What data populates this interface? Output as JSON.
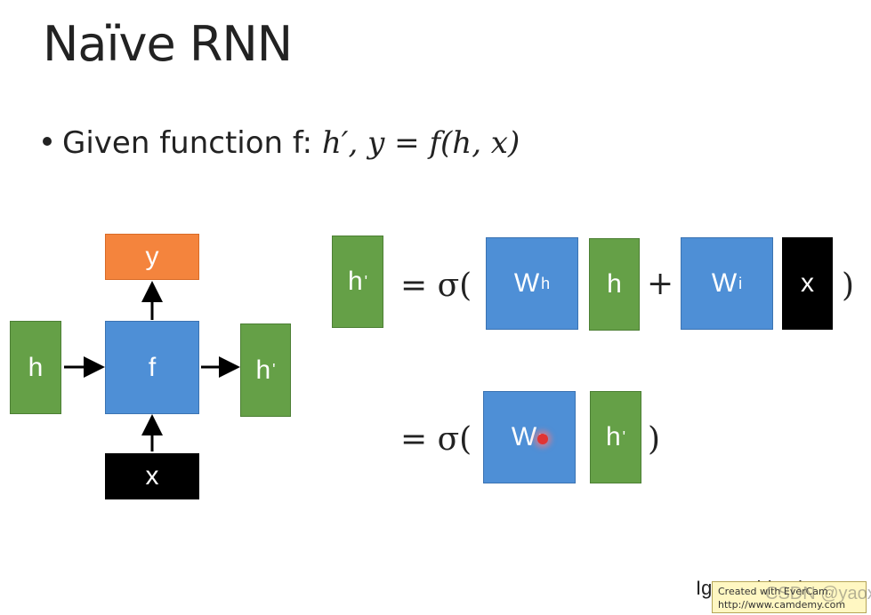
{
  "slide": {
    "title": "Naïve RNN",
    "bullet_prefix": "Given function f: ",
    "bullet_formula": "h′, y = f(h, x)"
  },
  "diagram": {
    "node_y": "y",
    "node_h": "h",
    "node_f": "f",
    "node_h_prime_base": "h",
    "node_h_prime_mark": "'",
    "node_x": "x"
  },
  "equation1": {
    "lhs_base": "h",
    "lhs_mark": "'",
    "equals_sigma": "= σ(",
    "wh_base": "W",
    "wh_sup": "h",
    "h": "h",
    "plus": "+",
    "wi_base": "W",
    "wi_sup": "i",
    "x": "x",
    "close_paren": ")"
  },
  "equation2": {
    "equals_sigma": "= σ(",
    "w_base": "W",
    "w_sup": "n",
    "hp_base": "h",
    "hp_mark": "'",
    "close_paren": ")"
  },
  "footer": {
    "note": "Ignore bias here",
    "watermark_line1": "Created with EverCam.",
    "watermark_line2": "http://www.camdemy.com",
    "watermark_overlay": "CSDN @yaox"
  },
  "colors": {
    "green": "#65a047",
    "blue": "#4e8fd6",
    "orange": "#f4843d",
    "black": "#000000"
  }
}
